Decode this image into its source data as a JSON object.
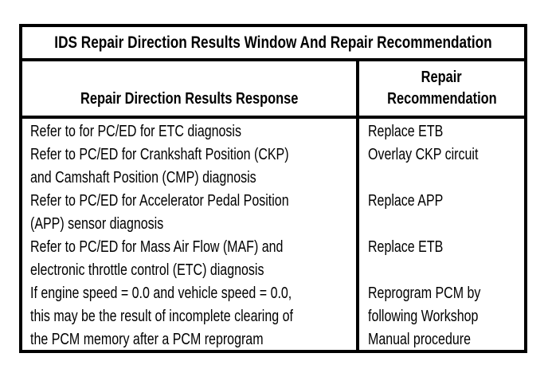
{
  "colors": {
    "ink": "#000000",
    "paper": "#ffffff"
  },
  "table": {
    "title": "IDS Repair Direction Results Window And Repair Recommendation",
    "header": {
      "response_column": "Repair Direction Results Response",
      "recommendation_column_line1": "Repair",
      "recommendation_column_line2": "Recommendation"
    },
    "body": {
      "response_lines": [
        "Refer to for PC/ED for ETC diagnosis",
        "Refer to PC/ED for Crankshaft Position (CKP)",
        "and Camshaft Position (CMP) diagnosis",
        "Refer to PC/ED for Accelerator Pedal Position",
        "(APP) sensor diagnosis",
        "Refer to PC/ED for Mass Air Flow (MAF) and",
        "electronic throttle control (ETC) diagnosis",
        "If engine speed = 0.0 and vehicle speed = 0.0,",
        "this may be the result of incomplete clearing of",
        "the PCM memory after a PCM reprogram"
      ],
      "recommendation_lines": [
        "Replace ETB",
        "Overlay CKP circuit",
        "",
        "Replace APP",
        "",
        "Replace ETB",
        "",
        "Reprogram PCM by",
        "following Workshop",
        "Manual procedure"
      ]
    }
  }
}
